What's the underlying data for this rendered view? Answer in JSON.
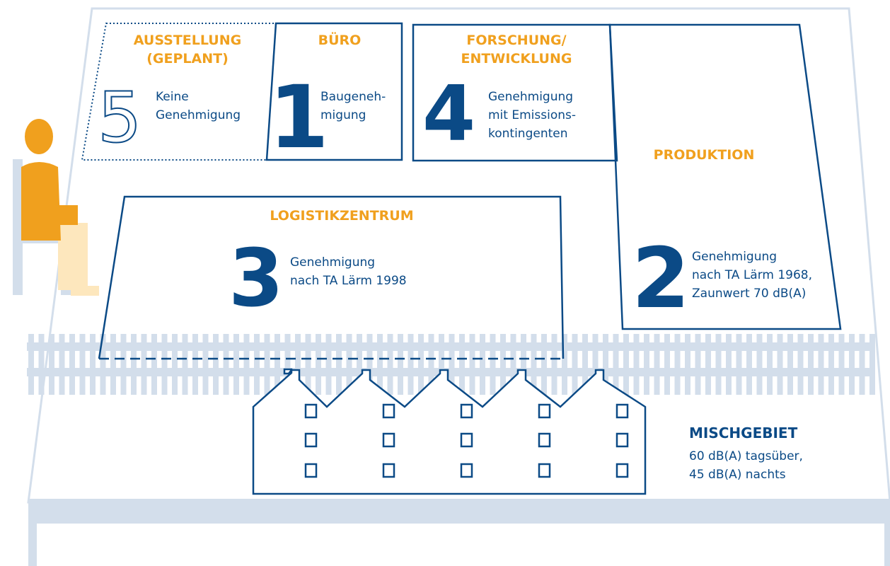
{
  "zones": {
    "ausstellung": {
      "title": "AUSSTELLUNG\n(GEPLANT)",
      "number": "5",
      "note": "Keine\nGenehmigung"
    },
    "buero": {
      "title": "BÜRO",
      "number": "1",
      "note": "Baugeneh-\nmigung"
    },
    "forschung": {
      "title": "FORSCHUNG/\nENTWICKLUNG",
      "number": "4",
      "note": "Genehmigung\nmit Emissions-\nkontingenten"
    },
    "produktion": {
      "title": "PRODUKTION",
      "number": "2",
      "note": "Genehmigung\nnach TA Lärm 1968,\nZaunwert 70 dB(A)"
    },
    "logistik": {
      "title": "LOGISTIKZENTRUM",
      "number": "3",
      "note": "Genehmigung\nnach TA Lärm 1998"
    }
  },
  "mischgebiet": {
    "title": "MISCHGEBIET",
    "note": "60 dB(A) tagsüber,\n45 dB(A) nachts"
  },
  "colors": {
    "navy": "#0b4a86",
    "orange": "#f0a01e",
    "light_blue": "#d3deeb",
    "pale_orange": "#fde7bd"
  }
}
